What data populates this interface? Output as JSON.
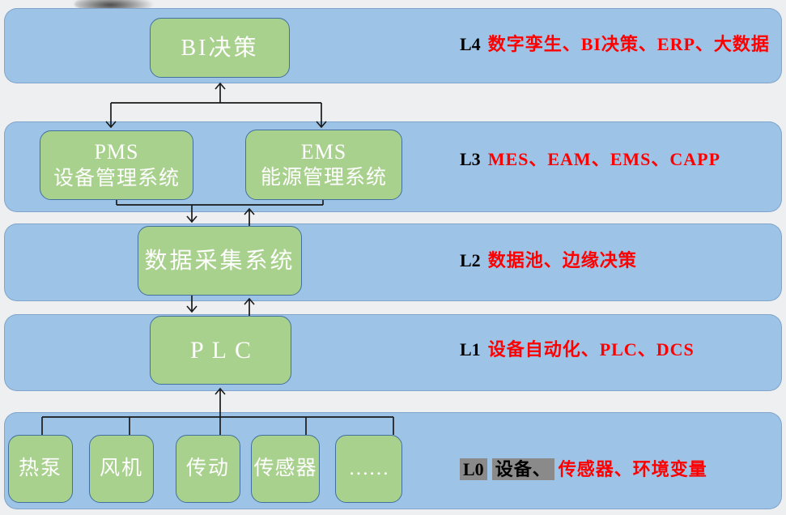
{
  "diagram": {
    "nodes": {
      "bi": "BI决策",
      "pms_line1": "PMS",
      "pms_line2": "设备管理系统",
      "ems_line1": "EMS",
      "ems_line2": "能源管理系统",
      "daq": "数据采集系统",
      "plc": "PLC",
      "l0_boxes": [
        "热泵",
        "风机",
        "传动",
        "传感器",
        "……"
      ]
    },
    "levels": [
      {
        "label": "L4",
        "desc": "数字孪生、BI决策、ERP、大数据"
      },
      {
        "label": "L3",
        "desc": "MES、EAM、EMS、CAPP"
      },
      {
        "label": "L2",
        "desc": "数据池、边缘决策"
      },
      {
        "label": "L1",
        "desc": "设备自动化、PLC、DCS"
      },
      {
        "label": "L0",
        "desc_black": "设备、",
        "desc": "传感器、环境变量"
      }
    ],
    "colors": {
      "band": "#9DC3E6",
      "box_fill": "#A9D18E",
      "box_border": "#41719C",
      "box_text": "#FFFFFF",
      "connector_line": "#1A1A1A",
      "level_number": "#000000",
      "level_desc_red": "#FF0000",
      "highlight_bg": "#8A8A8A",
      "background": "#EEEFF1"
    }
  }
}
